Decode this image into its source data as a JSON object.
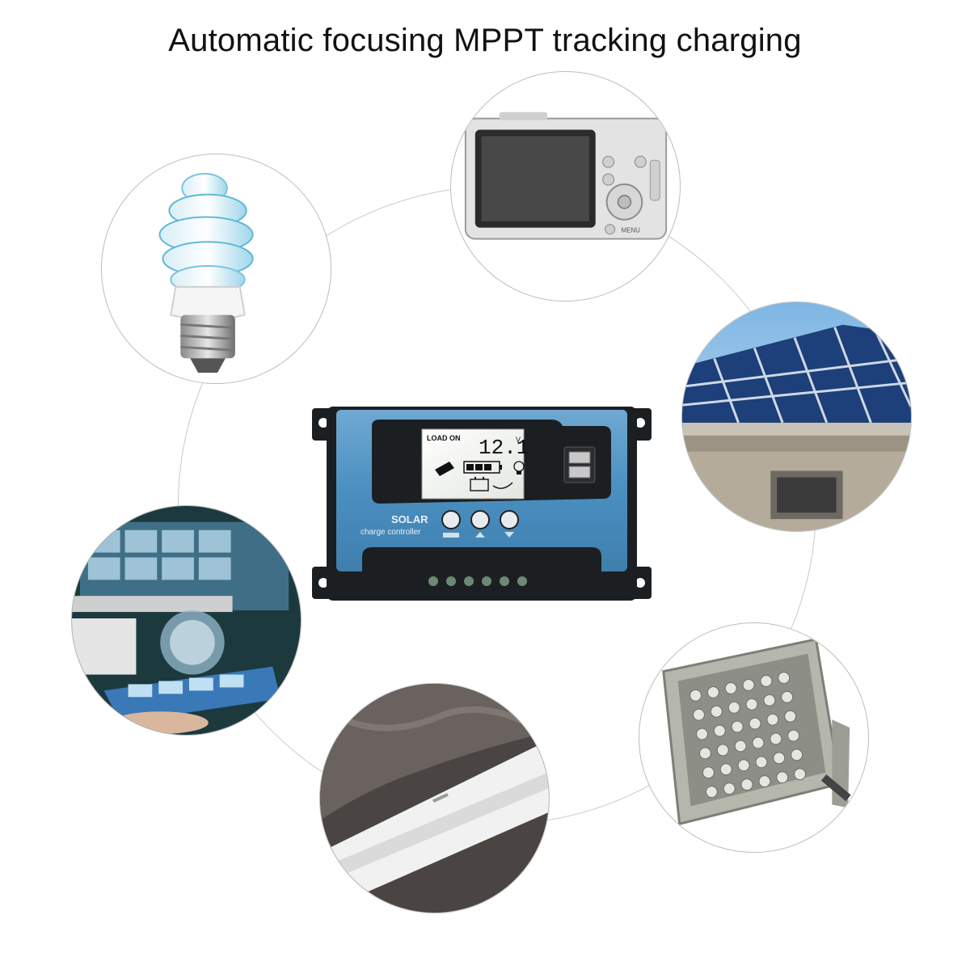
{
  "headline": "Automatic focusing MPPT tracking charging",
  "controller": {
    "lcd_status": "LOAD ON",
    "lcd_voltage": "12.1",
    "lcd_unit": "V",
    "brand_line1": "SOLAR",
    "brand_line2": "charge controller"
  },
  "camera": {
    "button_label": "MENU"
  },
  "icons": {
    "bulb": "cfl-bulb-icon",
    "camera": "digital-camera-icon",
    "solar": "solar-panel-icon",
    "monitor": "computer-screen-icon",
    "floodlight": "led-floodlight-icon",
    "tablet": "tablet-screen-icon"
  },
  "colors": {
    "controller_body": "#4a8fc0",
    "controller_dark": "#1c1f22",
    "lcd": "#f2f4f0",
    "ring": "#c9c9c9"
  }
}
